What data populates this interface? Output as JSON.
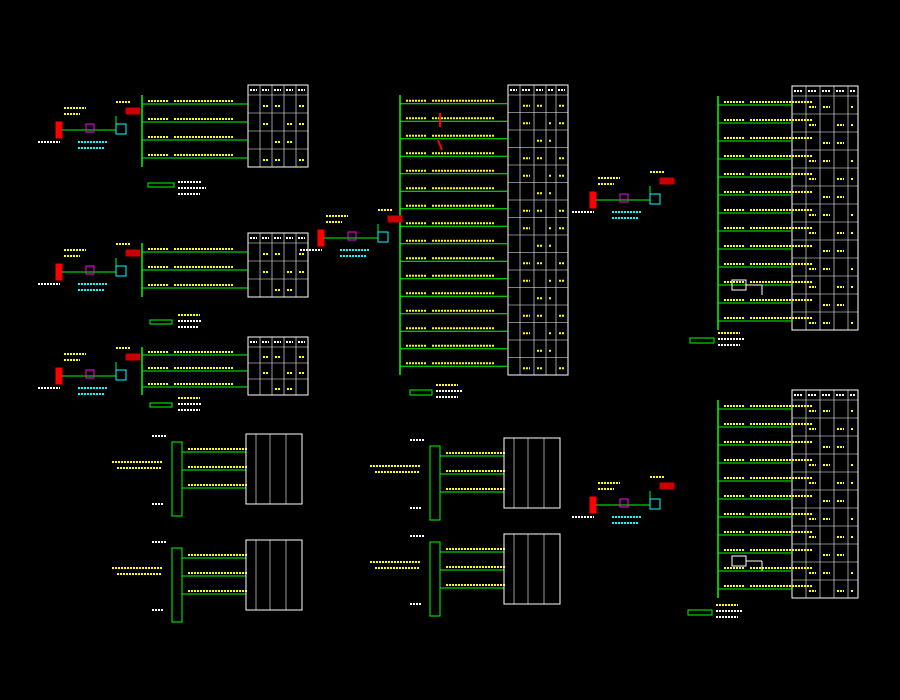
{
  "colors": {
    "background": "#000000",
    "bus_line": "#00ff00",
    "branch_text": "#ffff00",
    "cyan_text": "#00ffff",
    "grid_line": "#ffffff",
    "cell_text": "#ffff00",
    "breaker_red": "#ff0000",
    "magenta": "#ff00ff",
    "label_bg_red": "#cc0000"
  },
  "drawing": {
    "description_labels": {
      "header_a": "N",
      "header_b": "kW",
      "header_c": "Pjs",
      "header_d": "A"
    }
  }
}
